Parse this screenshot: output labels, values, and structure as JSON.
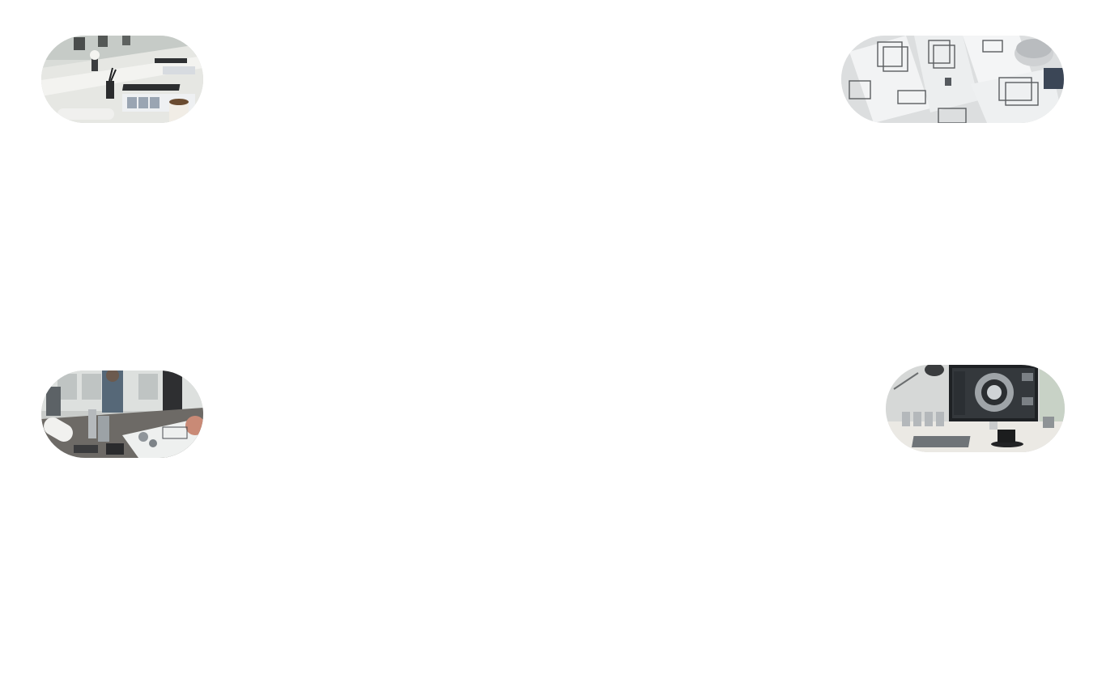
{
  "images": [
    {
      "id": "meeting",
      "icon": "office-desk-image"
    },
    {
      "id": "blueprint",
      "icon": "technical-drawings-image"
    },
    {
      "id": "workshop",
      "icon": "workshop-parts-image"
    },
    {
      "id": "cad",
      "icon": "cad-workstation-image"
    }
  ]
}
